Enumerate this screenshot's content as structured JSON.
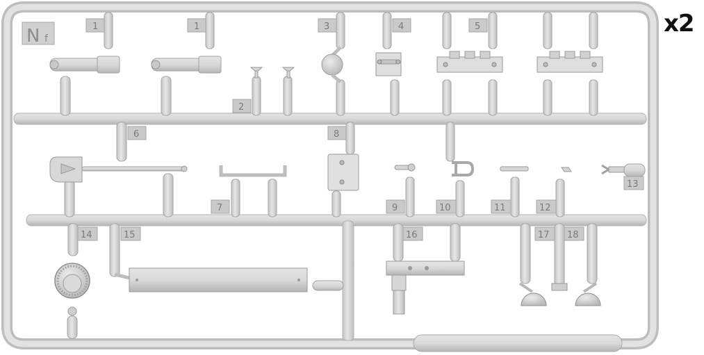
{
  "sprue": {
    "letter": "N",
    "letter_suffix": "f",
    "quantity": "x2"
  },
  "part_numbers": [
    "1",
    "1",
    "2",
    "3",
    "4",
    "5",
    "6",
    "7",
    "8",
    "9",
    "10",
    "11",
    "12",
    "13",
    "14",
    "15",
    "16",
    "17",
    "18"
  ],
  "colors": {
    "plastic": "#dcdcdc",
    "plastic_shadow": "#b9b9b9",
    "plastic_edge": "#9a9a9a",
    "tag": "#c8c8c8",
    "tag_text": "#7a7a7a"
  }
}
